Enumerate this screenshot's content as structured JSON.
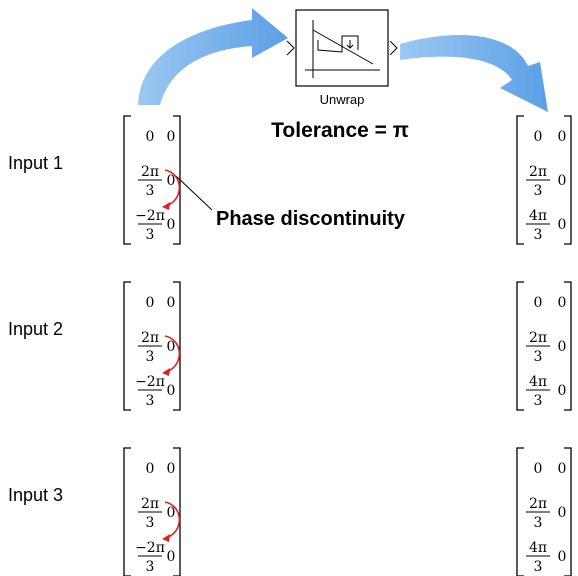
{
  "block": {
    "name": "Unwrap"
  },
  "tolerance": {
    "text": "Tolerance = π"
  },
  "annotation": {
    "text": "Phase discontinuity"
  },
  "inputs": [
    {
      "label": "Input 1",
      "rows": [
        {
          "c1": {
            "num": "0"
          },
          "c2": "0"
        },
        {
          "c1": {
            "num": "2π",
            "den": "3"
          },
          "c2": "0"
        },
        {
          "c1": {
            "num": "−2π",
            "den": "3"
          },
          "c2": "0"
        }
      ]
    },
    {
      "label": "Input 2",
      "rows": [
        {
          "c1": {
            "num": "0"
          },
          "c2": "0"
        },
        {
          "c1": {
            "num": "2π",
            "den": "3"
          },
          "c2": "0"
        },
        {
          "c1": {
            "num": "−2π",
            "den": "3"
          },
          "c2": "0"
        }
      ]
    },
    {
      "label": "Input 3",
      "rows": [
        {
          "c1": {
            "num": "0"
          },
          "c2": "0"
        },
        {
          "c1": {
            "num": "2π",
            "den": "3"
          },
          "c2": "0"
        },
        {
          "c1": {
            "num": "−2π",
            "den": "3"
          },
          "c2": "0"
        }
      ]
    }
  ],
  "outputs": [
    {
      "rows": [
        {
          "c1": {
            "num": "0"
          },
          "c2": "0"
        },
        {
          "c1": {
            "num": "2π",
            "den": "3"
          },
          "c2": "0"
        },
        {
          "c1": {
            "num": "4π",
            "den": "3"
          },
          "c2": "0"
        }
      ]
    },
    {
      "rows": [
        {
          "c1": {
            "num": "0"
          },
          "c2": "0"
        },
        {
          "c1": {
            "num": "2π",
            "den": "3"
          },
          "c2": "0"
        },
        {
          "c1": {
            "num": "4π",
            "den": "3"
          },
          "c2": "0"
        }
      ]
    },
    {
      "rows": [
        {
          "c1": {
            "num": "0"
          },
          "c2": "0"
        },
        {
          "c1": {
            "num": "2π",
            "den": "3"
          },
          "c2": "0"
        },
        {
          "c1": {
            "num": "4π",
            "den": "3"
          },
          "c2": "0"
        }
      ]
    }
  ],
  "colors": {
    "flow_arrow": "#6aaae8",
    "discontinuity_arrow": "#e02020",
    "ink": "#000000"
  },
  "icons": {
    "block_symbol": "unwrap-block-icon",
    "flow": "curved-flow-arrow-icon",
    "discontinuity": "phase-jump-arrow-icon"
  }
}
